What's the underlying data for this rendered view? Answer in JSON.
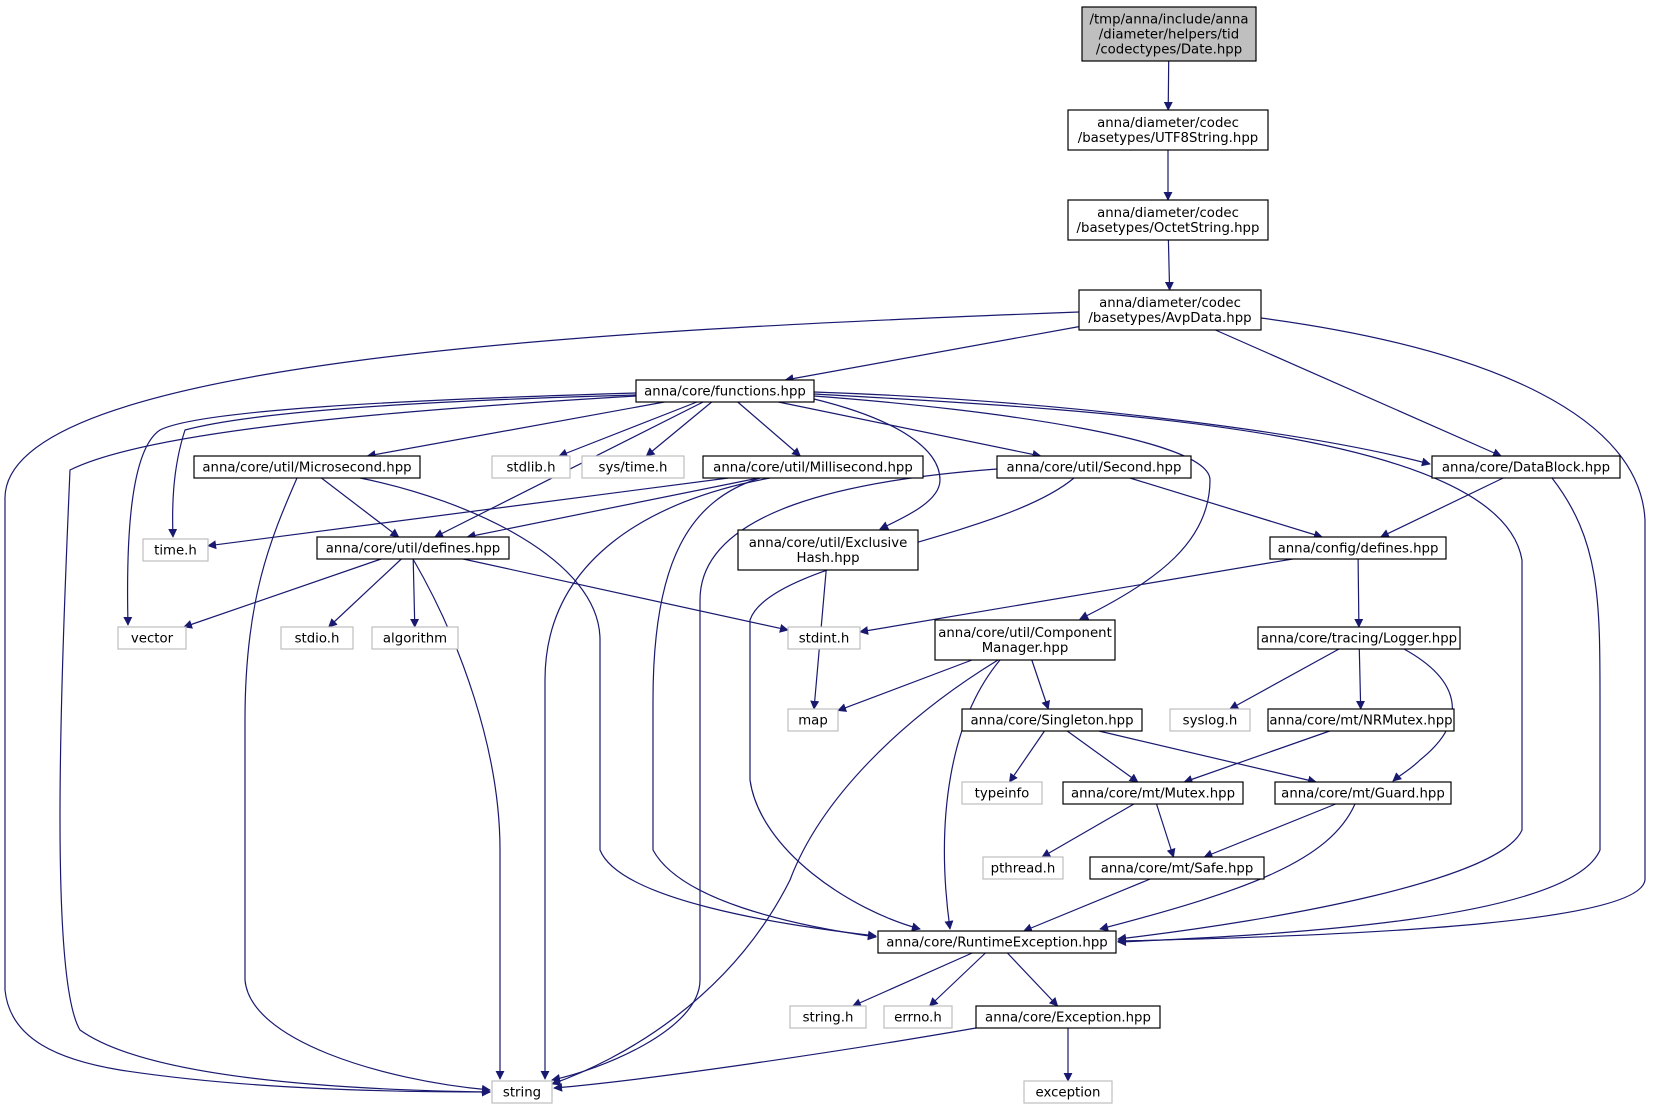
{
  "colors": {
    "edge": "#191970",
    "root_fill": "#bfbfbf",
    "border": "#000000",
    "system_border": "#bfbfbf",
    "text": "#000000",
    "background": "#ffffff"
  },
  "nodes": [
    {
      "id": "root",
      "kind": "root",
      "lines": [
        "/tmp/anna/include/anna",
        "/diameter/helpers/tid",
        "/codectypes/Date.hpp"
      ]
    },
    {
      "id": "utf8",
      "kind": "header",
      "lines": [
        "anna/diameter/codec",
        "/basetypes/UTF8String.hpp"
      ]
    },
    {
      "id": "octet",
      "kind": "header",
      "lines": [
        "anna/diameter/codec",
        "/basetypes/OctetString.hpp"
      ]
    },
    {
      "id": "avp",
      "kind": "header",
      "lines": [
        "anna/diameter/codec",
        "/basetypes/AvpData.hpp"
      ]
    },
    {
      "id": "functions",
      "kind": "header",
      "lines": [
        "anna/core/functions.hpp"
      ]
    },
    {
      "id": "micro",
      "kind": "header",
      "lines": [
        "anna/core/util/Microsecond.hpp"
      ]
    },
    {
      "id": "stdlib",
      "kind": "system",
      "lines": [
        "stdlib.h"
      ]
    },
    {
      "id": "systime",
      "kind": "system",
      "lines": [
        "sys/time.h"
      ]
    },
    {
      "id": "milli",
      "kind": "header",
      "lines": [
        "anna/core/util/Millisecond.hpp"
      ]
    },
    {
      "id": "second",
      "kind": "header",
      "lines": [
        "anna/core/util/Second.hpp"
      ]
    },
    {
      "id": "datablock",
      "kind": "header",
      "lines": [
        "anna/core/DataBlock.hpp"
      ]
    },
    {
      "id": "timeh",
      "kind": "system",
      "lines": [
        "time.h"
      ]
    },
    {
      "id": "udefines",
      "kind": "header",
      "lines": [
        "anna/core/util/defines.hpp"
      ]
    },
    {
      "id": "exclusive",
      "kind": "header",
      "lines": [
        "anna/core/util/Exclusive",
        "Hash.hpp"
      ]
    },
    {
      "id": "cdefines",
      "kind": "header",
      "lines": [
        "anna/config/defines.hpp"
      ]
    },
    {
      "id": "vector",
      "kind": "system",
      "lines": [
        "vector"
      ]
    },
    {
      "id": "stdio",
      "kind": "system",
      "lines": [
        "stdio.h"
      ]
    },
    {
      "id": "algorithm",
      "kind": "system",
      "lines": [
        "algorithm"
      ]
    },
    {
      "id": "stdint",
      "kind": "system",
      "lines": [
        "stdint.h"
      ]
    },
    {
      "id": "compmgr",
      "kind": "header",
      "lines": [
        "anna/core/util/Component",
        "Manager.hpp"
      ]
    },
    {
      "id": "logger",
      "kind": "header",
      "lines": [
        "anna/core/tracing/Logger.hpp"
      ]
    },
    {
      "id": "map",
      "kind": "system",
      "lines": [
        "map"
      ]
    },
    {
      "id": "singleton",
      "kind": "header",
      "lines": [
        "anna/core/Singleton.hpp"
      ]
    },
    {
      "id": "syslog",
      "kind": "system",
      "lines": [
        "syslog.h"
      ]
    },
    {
      "id": "nrmutex",
      "kind": "header",
      "lines": [
        "anna/core/mt/NRMutex.hpp"
      ]
    },
    {
      "id": "typeinfo",
      "kind": "system",
      "lines": [
        "typeinfo"
      ]
    },
    {
      "id": "mutex",
      "kind": "header",
      "lines": [
        "anna/core/mt/Mutex.hpp"
      ]
    },
    {
      "id": "guard",
      "kind": "header",
      "lines": [
        "anna/core/mt/Guard.hpp"
      ]
    },
    {
      "id": "pthread",
      "kind": "system",
      "lines": [
        "pthread.h"
      ]
    },
    {
      "id": "safe",
      "kind": "header",
      "lines": [
        "anna/core/mt/Safe.hpp"
      ]
    },
    {
      "id": "runtime",
      "kind": "header",
      "lines": [
        "anna/core/RuntimeException.hpp"
      ]
    },
    {
      "id": "stringh",
      "kind": "system",
      "lines": [
        "string.h"
      ]
    },
    {
      "id": "errno",
      "kind": "system",
      "lines": [
        "errno.h"
      ]
    },
    {
      "id": "exception_hpp",
      "kind": "header",
      "lines": [
        "anna/core/Exception.hpp"
      ]
    },
    {
      "id": "string",
      "kind": "system",
      "lines": [
        "string"
      ]
    },
    {
      "id": "exception",
      "kind": "system",
      "lines": [
        "exception"
      ]
    }
  ],
  "edges": [
    {
      "from": "root",
      "to": "utf8"
    },
    {
      "from": "utf8",
      "to": "octet"
    },
    {
      "from": "octet",
      "to": "avp"
    },
    {
      "from": "avp",
      "to": "functions"
    },
    {
      "from": "avp",
      "to": "datablock"
    },
    {
      "from": "avp",
      "to": "string"
    },
    {
      "from": "avp",
      "to": "runtime"
    },
    {
      "from": "functions",
      "to": "micro"
    },
    {
      "from": "functions",
      "to": "stdlib"
    },
    {
      "from": "functions",
      "to": "systime"
    },
    {
      "from": "functions",
      "to": "milli"
    },
    {
      "from": "functions",
      "to": "second"
    },
    {
      "from": "functions",
      "to": "datablock"
    },
    {
      "from": "functions",
      "to": "timeh"
    },
    {
      "from": "functions",
      "to": "vector"
    },
    {
      "from": "functions",
      "to": "udefines"
    },
    {
      "from": "functions",
      "to": "string"
    },
    {
      "from": "functions",
      "to": "exclusive"
    },
    {
      "from": "functions",
      "to": "compmgr"
    },
    {
      "from": "functions",
      "to": "runtime"
    },
    {
      "from": "micro",
      "to": "udefines"
    },
    {
      "from": "micro",
      "to": "string"
    },
    {
      "from": "micro",
      "to": "runtime"
    },
    {
      "from": "milli",
      "to": "timeh"
    },
    {
      "from": "milli",
      "to": "udefines"
    },
    {
      "from": "milli",
      "to": "string"
    },
    {
      "from": "milli",
      "to": "runtime"
    },
    {
      "from": "second",
      "to": "cdefines"
    },
    {
      "from": "second",
      "to": "string"
    },
    {
      "from": "second",
      "to": "runtime"
    },
    {
      "from": "datablock",
      "to": "cdefines"
    },
    {
      "from": "datablock",
      "to": "runtime"
    },
    {
      "from": "udefines",
      "to": "vector"
    },
    {
      "from": "udefines",
      "to": "stdio"
    },
    {
      "from": "udefines",
      "to": "algorithm"
    },
    {
      "from": "udefines",
      "to": "stdint"
    },
    {
      "from": "udefines",
      "to": "string"
    },
    {
      "from": "exclusive",
      "to": "map"
    },
    {
      "from": "cdefines",
      "to": "stdint"
    },
    {
      "from": "cdefines",
      "to": "logger"
    },
    {
      "from": "compmgr",
      "to": "map"
    },
    {
      "from": "compmgr",
      "to": "singleton"
    },
    {
      "from": "compmgr",
      "to": "string"
    },
    {
      "from": "compmgr",
      "to": "runtime"
    },
    {
      "from": "logger",
      "to": "syslog"
    },
    {
      "from": "logger",
      "to": "nrmutex"
    },
    {
      "from": "logger",
      "to": "guard"
    },
    {
      "from": "singleton",
      "to": "typeinfo"
    },
    {
      "from": "singleton",
      "to": "mutex"
    },
    {
      "from": "singleton",
      "to": "guard"
    },
    {
      "from": "nrmutex",
      "to": "mutex"
    },
    {
      "from": "mutex",
      "to": "pthread"
    },
    {
      "from": "mutex",
      "to": "safe"
    },
    {
      "from": "guard",
      "to": "safe"
    },
    {
      "from": "guard",
      "to": "runtime"
    },
    {
      "from": "safe",
      "to": "runtime"
    },
    {
      "from": "runtime",
      "to": "stringh"
    },
    {
      "from": "runtime",
      "to": "errno"
    },
    {
      "from": "runtime",
      "to": "exception_hpp"
    },
    {
      "from": "exception_hpp",
      "to": "string"
    },
    {
      "from": "exception_hpp",
      "to": "exception"
    }
  ]
}
